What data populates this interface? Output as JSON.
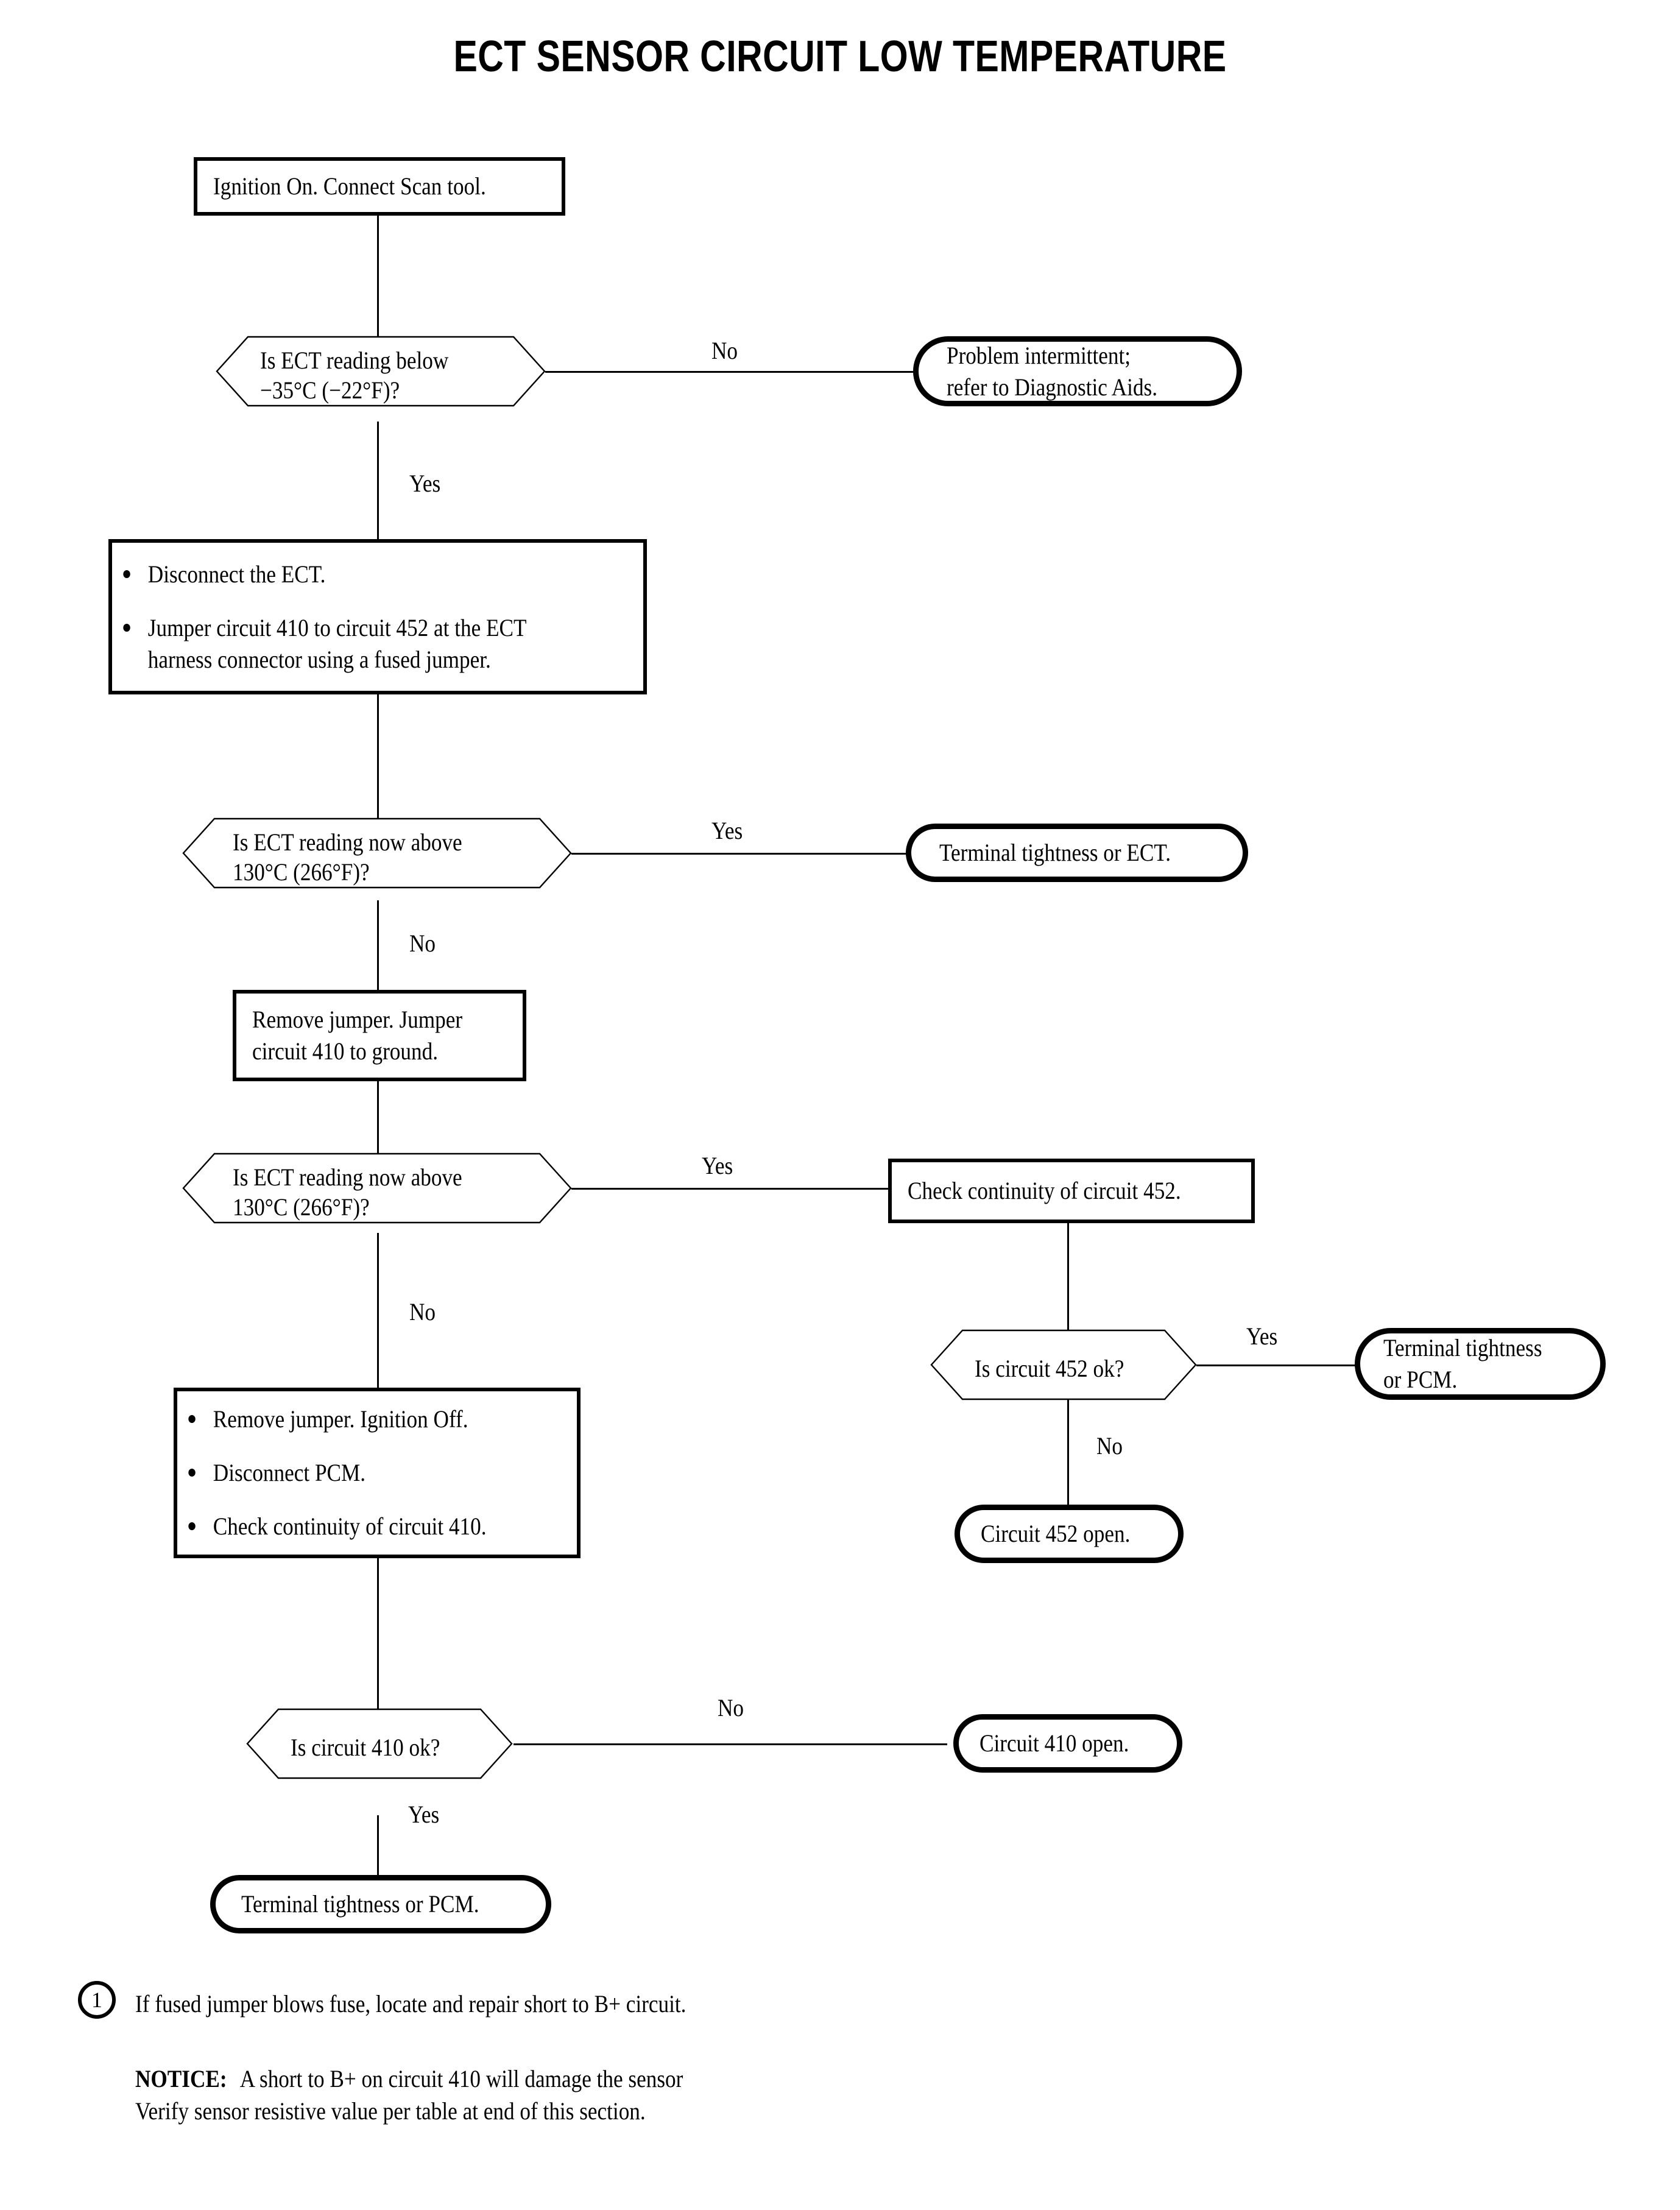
{
  "title": "ECT SENSOR CIRCUIT LOW TEMPERATURE",
  "nodes": {
    "start": {
      "label": "Ignition On. Connect Scan tool."
    },
    "d1": {
      "line1": "Is ECT reading below",
      "line2": "−35°C (−22°F)?"
    },
    "t1": {
      "line1": "Problem intermittent;",
      "line2": "refer to Diagnostic Aids."
    },
    "a1": {
      "bullet1": "Disconnect the ECT.",
      "bullet2_line1": "Jumper circuit 410 to circuit 452 at the ECT",
      "bullet2_line2": "harness connector using a fused jumper."
    },
    "d2": {
      "line1": "Is ECT reading now above",
      "line2": "130°C (266°F)?"
    },
    "t2": {
      "label": "Terminal tightness or ECT."
    },
    "a2": {
      "line1": "Remove jumper. Jumper",
      "line2": "circuit 410 to ground."
    },
    "d3": {
      "line1": "Is ECT reading now above",
      "line2": "130°C (266°F)?"
    },
    "a3": {
      "label": "Check continuity of circuit 452."
    },
    "d4": {
      "label": "Is circuit 452 ok?"
    },
    "t3": {
      "line1": "Terminal tightness",
      "line2": "or PCM."
    },
    "t4": {
      "label": "Circuit 452 open."
    },
    "a4": {
      "bullet1": "Remove jumper. Ignition Off.",
      "bullet2": "Disconnect PCM.",
      "bullet3": "Check continuity of circuit 410."
    },
    "d5": {
      "label": "Is circuit 410 ok?"
    },
    "t5": {
      "label": "Circuit 410 open."
    },
    "t6": {
      "label": "Terminal tightness or PCM."
    }
  },
  "edges": {
    "d1_no": "No",
    "d1_yes": "Yes",
    "d2_yes": "Yes",
    "d2_no": "No",
    "d3_yes": "Yes",
    "d3_no": "No",
    "d4_yes": "Yes",
    "d4_no": "No",
    "d5_no": "No",
    "d5_yes": "Yes"
  },
  "footnotes": {
    "marker1": "1",
    "note1": "If fused jumper blows fuse, locate and repair short to B+ circuit.",
    "notice_label": "NOTICE:",
    "notice_line1": "A short to B+ on circuit 410 will damage the sensor",
    "notice_line2": "Verify sensor resistive value per table at end of this section."
  }
}
